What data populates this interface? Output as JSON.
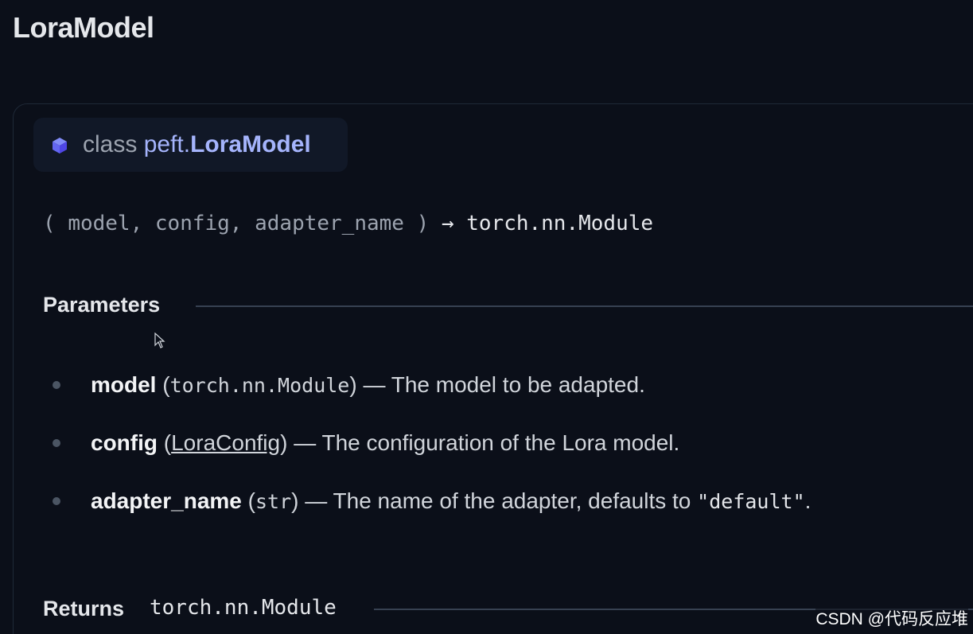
{
  "page": {
    "title": "LoraModel"
  },
  "class_header": {
    "keyword": "class",
    "module": "peft.",
    "name": "LoraModel",
    "icon": "cube-icon"
  },
  "signature": {
    "open": "( ",
    "args": "model, config, adapter_name",
    "close": " ) ",
    "arrow": "→",
    "return_type": " torch.nn.Module"
  },
  "parameters": {
    "heading": "Parameters",
    "items": [
      {
        "name": "model",
        "type_open": " (",
        "type": "torch.nn.Module",
        "type_close": ")",
        "description": " — The model to be adapted."
      },
      {
        "name": "config",
        "type_open": " (",
        "type": "LoraConfig",
        "type_close": ")",
        "description": " — The configuration of the Lora model."
      },
      {
        "name": "adapter_name",
        "type_open": " (",
        "type": "str",
        "type_close": ")",
        "description": " — The name of the adapter, defaults to ",
        "default_value": "\"default\"",
        "end": "."
      }
    ]
  },
  "returns": {
    "heading": "Returns",
    "type": "torch.nn.Module"
  },
  "watermark": "CSDN @代码反应堆",
  "colors": {
    "background": "#0b0f19",
    "accent": "#a5b4fc",
    "cube": "#6366f1"
  }
}
